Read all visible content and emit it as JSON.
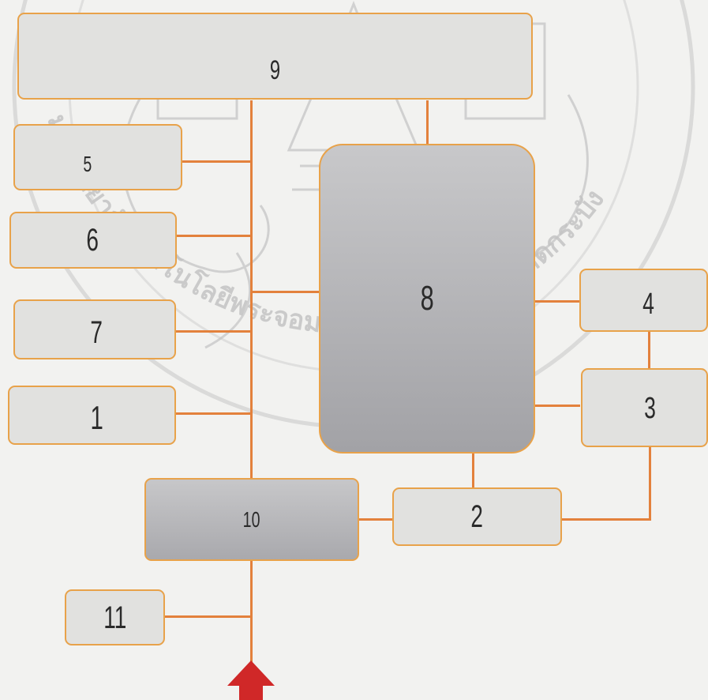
{
  "diagram": {
    "boxes": {
      "b1": "1",
      "b2": "2",
      "b3": "3",
      "b4": "4",
      "b5": "5",
      "b6": "6",
      "b7": "7",
      "b8": "8",
      "b9": "9",
      "b10": "10",
      "b11": "11"
    },
    "colors": {
      "connector": "#e3813c",
      "box_border": "#e8a24a",
      "box_fill": "#e1e1df",
      "arrow": "#d02828"
    }
  },
  "watermark": {
    "seal_text": "มหาวิทยาลัยเทคโนโลยีพระจอมเกล้าเจ้าคุณทหารลาดกระบัง"
  }
}
